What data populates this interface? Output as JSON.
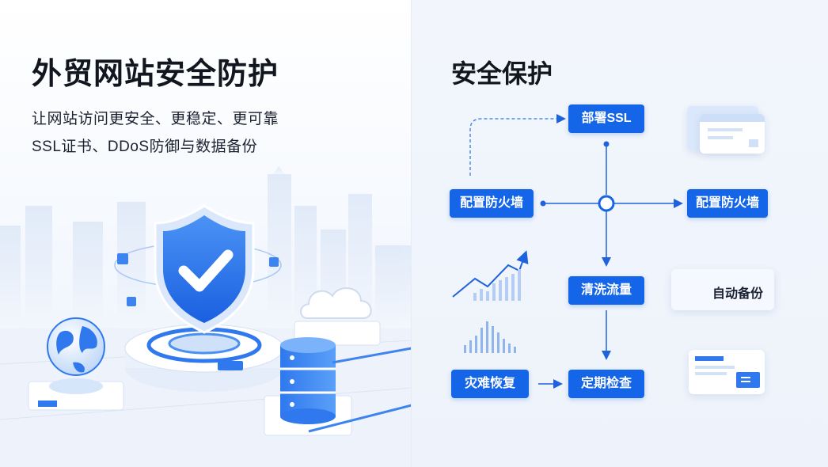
{
  "left": {
    "title": "外贸网站安全防护",
    "subtitle_line1": "让网站访问更安全、更稳定、更可靠",
    "subtitle_line2": "SSL证书、DDoS防御与数据备份"
  },
  "right": {
    "title": "安全保护",
    "nodes": {
      "ssl": "部署SSL",
      "firewall_left": "配置防火墙",
      "firewall_right": "配置防火墙",
      "clean": "清洗流量",
      "disaster": "灾难恢复",
      "inspect": "定期检查"
    },
    "backup_label": "自动备份"
  },
  "colors": {
    "accent": "#1565e8",
    "title": "#12161f",
    "light_blue": "#dbe8fb"
  }
}
